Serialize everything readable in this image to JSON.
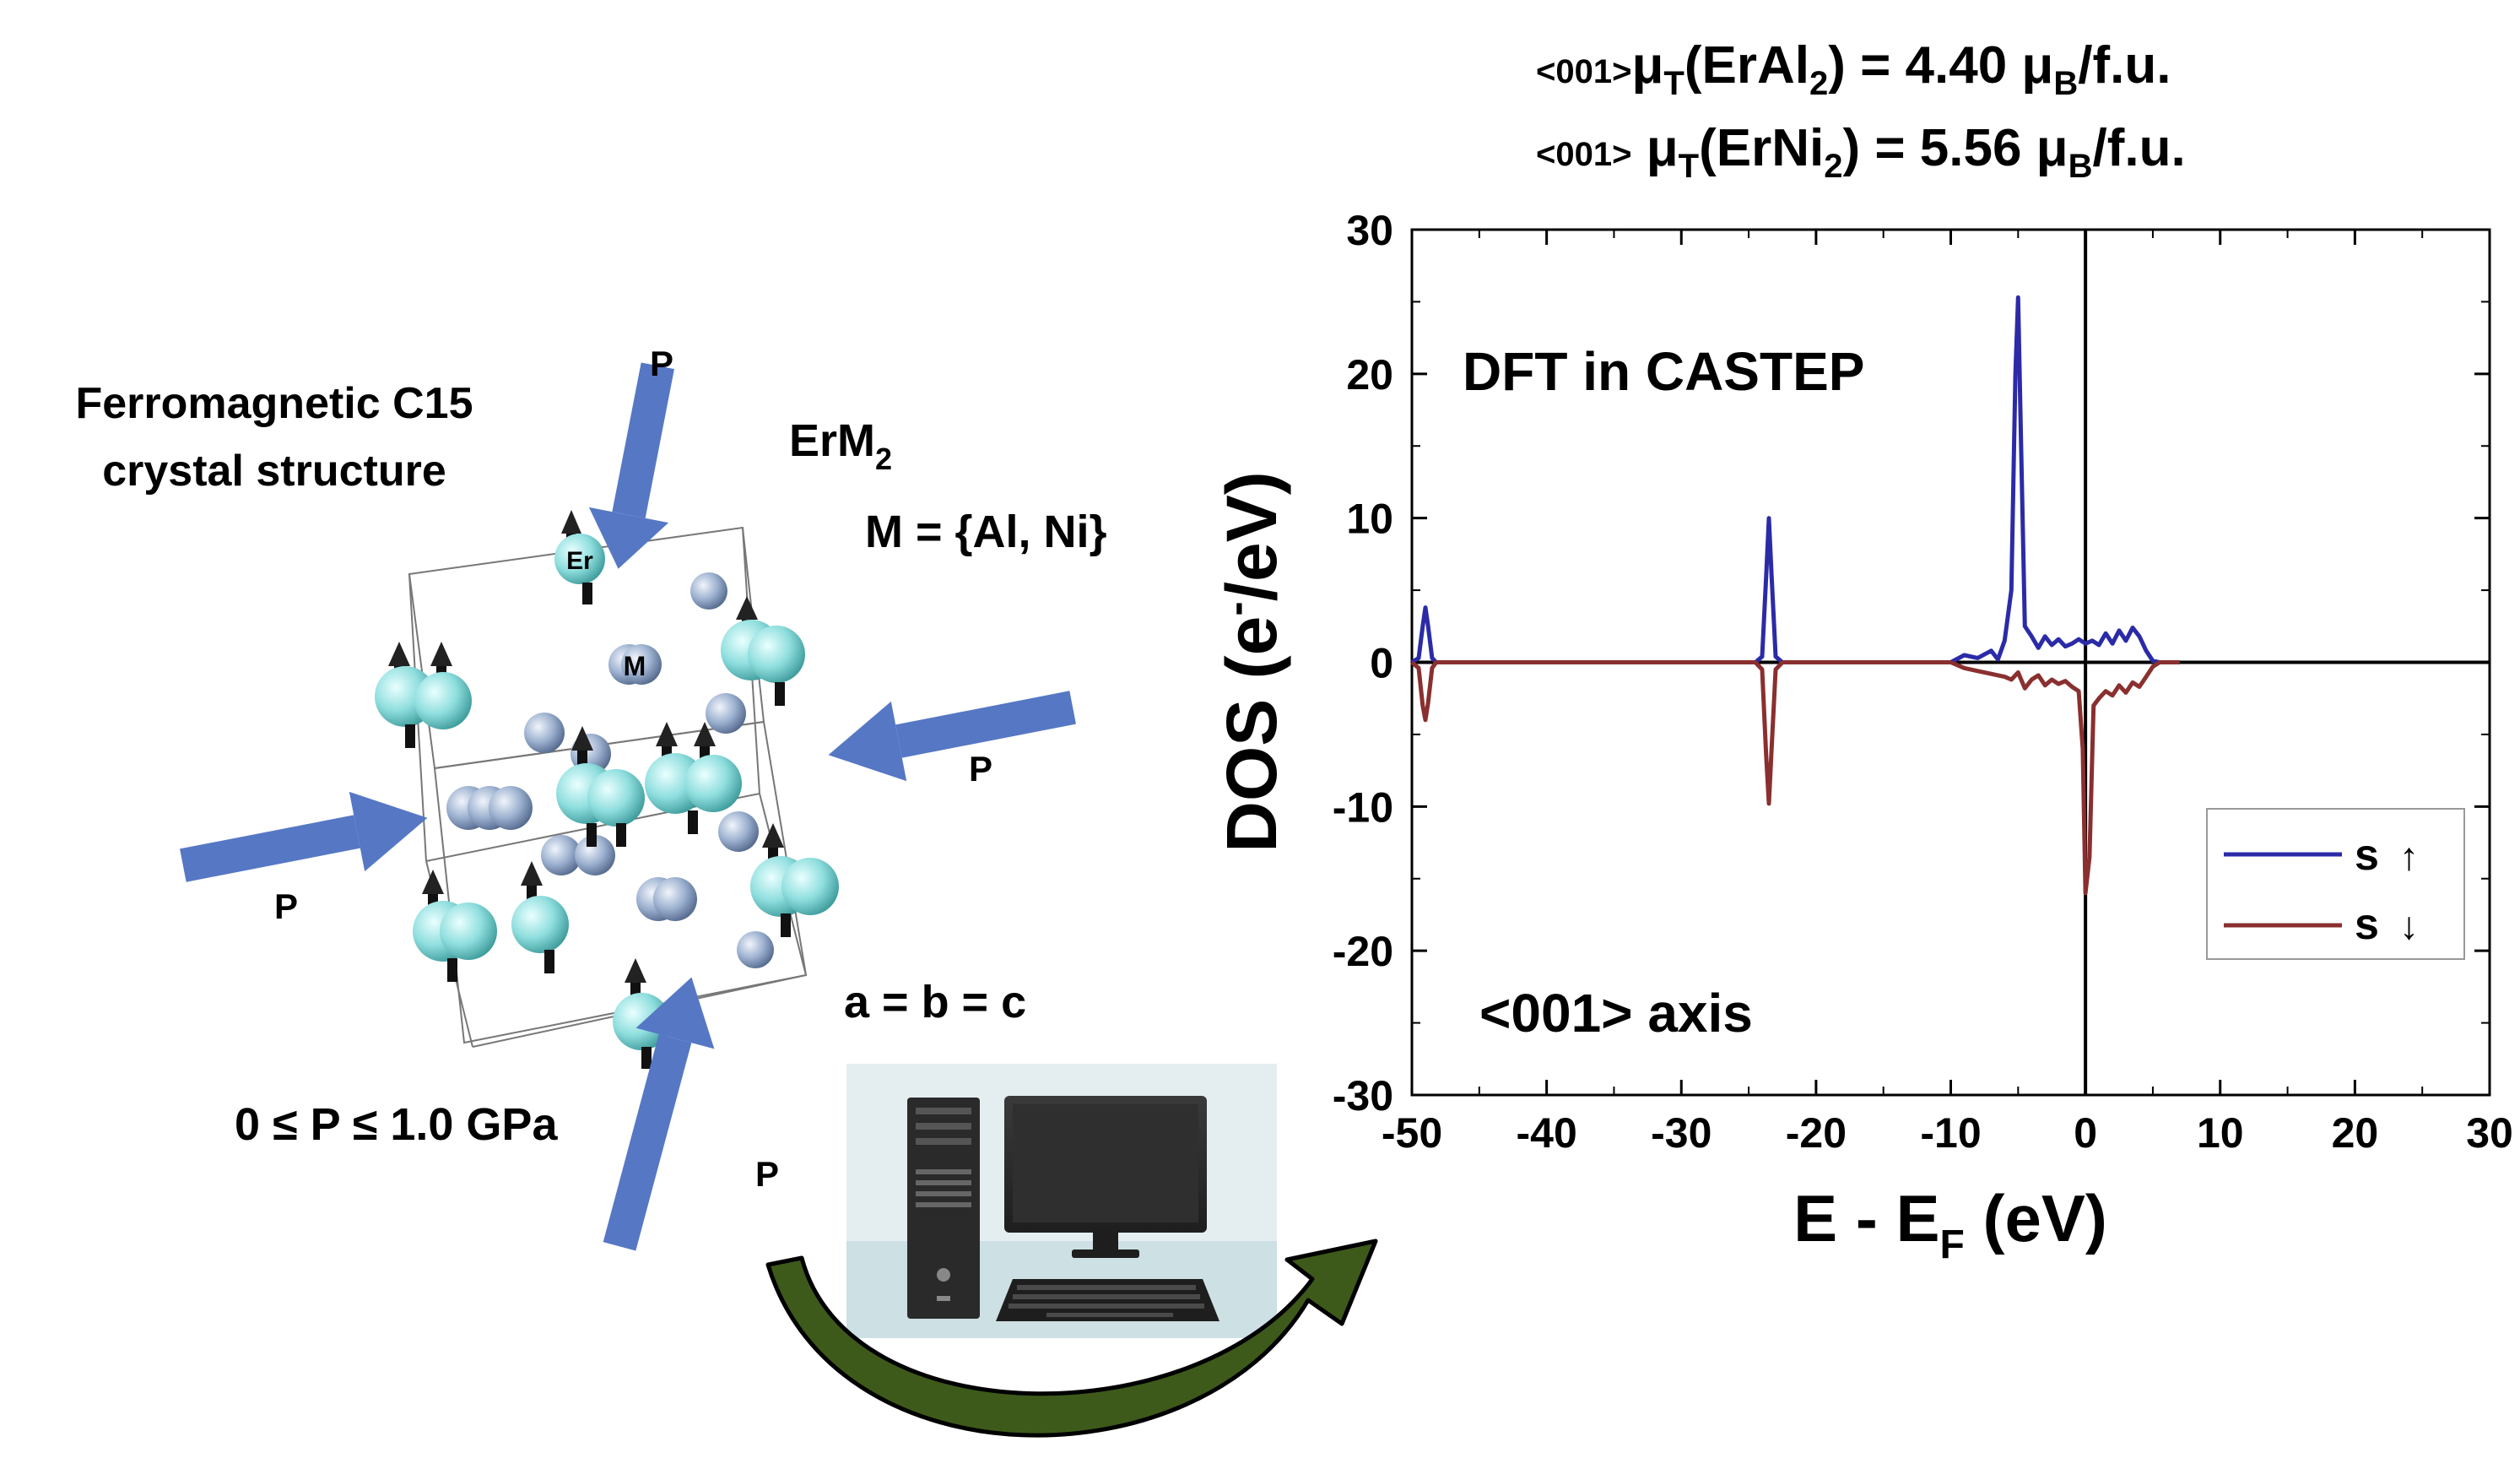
{
  "headline": {
    "line1": {
      "prefix": "<001>",
      "mu": "μ",
      "sub_t": "T",
      "compound": "(ErAl",
      "sub_2": "2",
      "rest": ") = 4.40 μ",
      "sub_b": "B",
      "unit": "/f.u."
    },
    "line2": {
      "prefix": "<001>",
      "mu": " μ",
      "sub_t": "T",
      "compound": "(ErNi",
      "sub_2": "2",
      "rest": ") = 5.56 μ",
      "sub_b": "B",
      "unit": "/f.u."
    }
  },
  "structure": {
    "title_line1": "Ferromagnetic C15",
    "title_line2": "crystal structure",
    "formula": "ErM",
    "formula_sub": "2",
    "m_set": "M = {Al, Ni}",
    "atom_er": "Er",
    "atom_m": "M",
    "pressure_labels": [
      "P",
      "P",
      "P",
      "P"
    ],
    "pressure_range": "0 ≤ P ≤ 1.0 GPa",
    "lattice": "a = b = c",
    "colors": {
      "er_atom": "#8fdede",
      "m_atom": "#9bb0cf",
      "arrow": "#5677c4",
      "curved_arrow": "#3d5a1a"
    }
  },
  "chart_data": {
    "type": "line",
    "xlabel": "E - E",
    "xlabel_sub": "F",
    "xlabel_unit": " (eV)",
    "ylabel": "DOS (e",
    "ylabel_sup": "-",
    "ylabel_unit": "/eV)",
    "xlim": [
      -50,
      30
    ],
    "ylim": [
      -30,
      30
    ],
    "xticks": [
      -50,
      -40,
      -30,
      -20,
      -10,
      0,
      10,
      20,
      30
    ],
    "yticks": [
      -30,
      -20,
      -10,
      0,
      10,
      20,
      30
    ],
    "annotations": [
      "DFT in CASTEP",
      "<001> axis"
    ],
    "legend_position": "bottom-right",
    "series": [
      {
        "name": "s",
        "arrow": "↑",
        "color": "#2b2ba8",
        "x": [
          -50,
          -49.5,
          -49.2,
          -49.0,
          -48.8,
          -48.5,
          -48.2,
          -24.5,
          -24.0,
          -23.7,
          -23.5,
          -23.3,
          -23.0,
          -22.5,
          -10.0,
          -9.0,
          -8.0,
          -7.0,
          -6.5,
          -6.0,
          -5.5,
          -5.2,
          -5.0,
          -4.8,
          -4.5,
          -4.0,
          -3.5,
          -3.0,
          -2.5,
          -2.0,
          -1.5,
          -1.0,
          -0.5,
          0.0,
          0.5,
          1.0,
          1.5,
          2.0,
          2.5,
          3.0,
          3.5,
          4.0,
          4.5,
          5.0,
          5.5,
          7.0
        ],
        "y": [
          0,
          0.3,
          2.5,
          3.8,
          2.5,
          0.3,
          0,
          0,
          0.4,
          6.0,
          10.0,
          6.0,
          0.4,
          0,
          0,
          0.5,
          0.3,
          0.8,
          0.2,
          1.5,
          5.0,
          20.0,
          25.3,
          16.0,
          2.5,
          1.8,
          1.0,
          1.8,
          1.2,
          1.6,
          1.1,
          1.3,
          1.6,
          1.3,
          1.5,
          1.2,
          2.0,
          1.3,
          2.2,
          1.5,
          2.4,
          1.8,
          0.8,
          0.1,
          0,
          0
        ]
      },
      {
        "name": "s",
        "arrow": "↓",
        "color": "#8a2f2f",
        "x": [
          -50,
          -49.5,
          -49.2,
          -49.0,
          -48.8,
          -48.5,
          -48.2,
          -24.5,
          -24.0,
          -23.7,
          -23.5,
          -23.3,
          -23.0,
          -22.5,
          -10.0,
          -9.0,
          -8.0,
          -7.0,
          -6.5,
          -6.0,
          -5.5,
          -5.0,
          -4.5,
          -4.0,
          -3.5,
          -3.0,
          -2.5,
          -2.0,
          -1.5,
          -1.0,
          -0.5,
          -0.2,
          0.0,
          0.3,
          0.6,
          1.0,
          1.5,
          2.0,
          2.5,
          3.0,
          3.5,
          4.0,
          4.5,
          5.0,
          5.5,
          7.0
        ],
        "y": [
          0,
          -0.4,
          -3.0,
          -4.0,
          -2.8,
          -0.4,
          0,
          0,
          -0.5,
          -6.5,
          -9.8,
          -6.0,
          -0.5,
          0,
          0,
          -0.4,
          -0.6,
          -0.8,
          -0.9,
          -1.0,
          -1.2,
          -0.7,
          -1.8,
          -1.2,
          -0.9,
          -1.6,
          -1.2,
          -1.5,
          -1.3,
          -1.7,
          -2.0,
          -6.0,
          -16.0,
          -13.5,
          -3.0,
          -2.5,
          -2.0,
          -2.3,
          -1.6,
          -2.1,
          -1.4,
          -1.7,
          -1.0,
          -0.3,
          0,
          0
        ]
      }
    ]
  }
}
